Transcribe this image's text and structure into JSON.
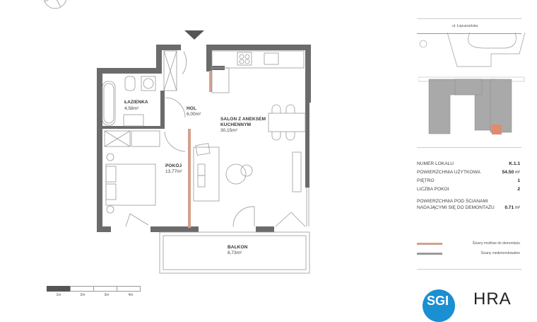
{
  "floorplan": {
    "entrance_marker": "entrance-arrow",
    "rooms": [
      {
        "id": "lazienka",
        "name": "ŁAZIENKA",
        "area": "4,58m²"
      },
      {
        "id": "hol",
        "name": "HOL",
        "area": "6,00m²"
      },
      {
        "id": "salon",
        "name": "SALON Z ANEKSEM KUCHENNYM",
        "name_line1": "SALON Z ANEKSEM",
        "name_line2": "KUCHENNYM",
        "area": "30,15m²"
      },
      {
        "id": "pokoj",
        "name": "POKÓJ",
        "area": "13,77m²"
      },
      {
        "id": "balkon",
        "name": "BALKON",
        "area": "8,73m²"
      }
    ],
    "colors": {
      "wall": "#6b6b6b",
      "demolishable_wall": "#d4a08c",
      "line": "#9a9a9a"
    }
  },
  "scale_bar": {
    "labels": [
      "1m",
      "2m",
      "3m",
      "4m"
    ],
    "filled_color": "#555555"
  },
  "location": {
    "street": "ul. Łopuszańska",
    "highlight_color": "#e08a6e",
    "building_color": "#a9a9a9"
  },
  "info": {
    "rows": [
      {
        "label": "NUMER LOKALU",
        "value": "K.1.1",
        "unit": ""
      },
      {
        "label": "POWIERZCHNIA UŻYTKOWA",
        "value": "54.50",
        "unit": "m²"
      },
      {
        "label": "PIĘTRO",
        "value": "1",
        "unit": ""
      },
      {
        "label": "LICZBA POKOI",
        "value": "2",
        "unit": ""
      }
    ],
    "demolition": {
      "label_line1": "POWIERZCHNIA POD ŚCIANAMI",
      "label_line2": "NADAJĄCYMI SIĘ DO DEMONTAŻU",
      "value": "0.71",
      "unit": "m²"
    }
  },
  "legend": [
    {
      "label": "Ściany możliwe do demontażu",
      "color": "#d4a08c"
    },
    {
      "label": "Ściany niedemontowalne",
      "color": "#9a9a9a"
    }
  ],
  "logos": {
    "sgi_text": "SGI",
    "sgi_color": "#1a8fd1",
    "hra_text": "HRA"
  }
}
